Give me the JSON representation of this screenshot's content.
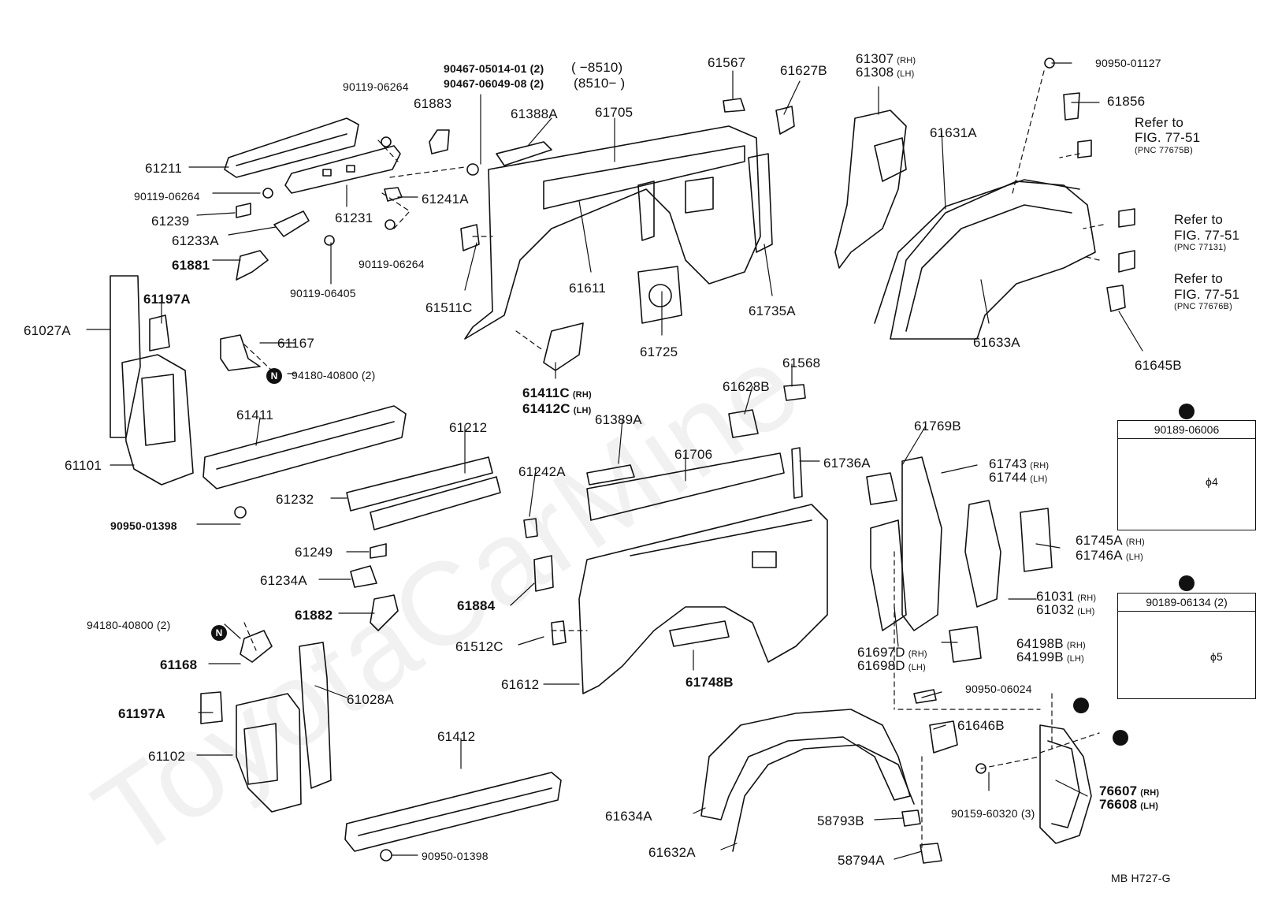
{
  "watermark": "ToyotaCarMine",
  "diagram_code": "MB  H727-G",
  "labels": [
    {
      "id": "61211",
      "text": "61211"
    },
    {
      "id": "90119-06264-a",
      "text": "90119-06264"
    },
    {
      "id": "90119-06264-b",
      "text": "90119-06264"
    },
    {
      "id": "90119-06264-c",
      "text": "90119-06264"
    },
    {
      "id": "90119-06405",
      "text": "90119-06405"
    },
    {
      "id": "61883",
      "text": "61883"
    },
    {
      "id": "61231",
      "text": "61231"
    },
    {
      "id": "61239",
      "text": "61239"
    },
    {
      "id": "61233A",
      "text": "61233A"
    },
    {
      "id": "61881",
      "text": "61881"
    },
    {
      "id": "61241A",
      "text": "61241A"
    },
    {
      "id": "90467-05014-01",
      "text": "90467-05014-01 (2)"
    },
    {
      "id": "90467-06049-08",
      "text": "90467-06049-08 (2)"
    },
    {
      "id": "range-1",
      "text": "(      −8510)"
    },
    {
      "id": "range-2",
      "text": "(8510−       )"
    },
    {
      "id": "61388A",
      "text": "61388A"
    },
    {
      "id": "61705",
      "text": "61705"
    },
    {
      "id": "61567",
      "text": "61567"
    },
    {
      "id": "61627B",
      "text": "61627B"
    },
    {
      "id": "61511C",
      "text": "61511C"
    },
    {
      "id": "61611",
      "text": "61611"
    },
    {
      "id": "61725",
      "text": "61725"
    },
    {
      "id": "61735A",
      "text": "61735A"
    },
    {
      "id": "61307",
      "text": "61307",
      "suffix": "(RH)"
    },
    {
      "id": "61308",
      "text": "61308",
      "suffix": "(LH)"
    },
    {
      "id": "61631A",
      "text": "61631A"
    },
    {
      "id": "90950-01127",
      "text": "90950-01127"
    },
    {
      "id": "61856",
      "text": "61856"
    },
    {
      "id": "refer-1",
      "text": "Refer to"
    },
    {
      "id": "fig-1",
      "text": "FIG. 77-51"
    },
    {
      "id": "pnc-1",
      "text": "(PNC 77675B)"
    },
    {
      "id": "refer-2",
      "text": "Refer to"
    },
    {
      "id": "fig-2",
      "text": "FIG. 77-51"
    },
    {
      "id": "pnc-2",
      "text": "(PNC 77131)"
    },
    {
      "id": "refer-3",
      "text": "Refer to"
    },
    {
      "id": "fig-3",
      "text": "FIG. 77-51"
    },
    {
      "id": "pnc-3",
      "text": "(PNC 77676B)"
    },
    {
      "id": "61633A",
      "text": "61633A"
    },
    {
      "id": "61645B",
      "text": "61645B"
    },
    {
      "id": "61027A",
      "text": "61027A"
    },
    {
      "id": "61197A-a",
      "text": "61197A"
    },
    {
      "id": "61167",
      "text": "61167"
    },
    {
      "id": "94180-40800-a",
      "text": "94180-40800 (2)"
    },
    {
      "id": "61101",
      "text": "61101"
    },
    {
      "id": "61411",
      "text": "61411"
    },
    {
      "id": "90950-01398-a",
      "text": "90950-01398"
    },
    {
      "id": "61411C",
      "text": "61411C",
      "suffix": "(RH)"
    },
    {
      "id": "61412C",
      "text": "61412C",
      "suffix": "(LH)"
    },
    {
      "id": "61212",
      "text": "61212"
    },
    {
      "id": "61232",
      "text": "61232"
    },
    {
      "id": "61249",
      "text": "61249"
    },
    {
      "id": "61242A",
      "text": "61242A"
    },
    {
      "id": "61389A",
      "text": "61389A"
    },
    {
      "id": "61628B",
      "text": "61628B"
    },
    {
      "id": "61568",
      "text": "61568"
    },
    {
      "id": "61706",
      "text": "61706"
    },
    {
      "id": "61736A",
      "text": "61736A"
    },
    {
      "id": "61769B",
      "text": "61769B"
    },
    {
      "id": "61743",
      "text": "61743",
      "suffix": "(RH)"
    },
    {
      "id": "61744",
      "text": "61744",
      "suffix": "(LH)"
    },
    {
      "id": "61745A",
      "text": "61745A",
      "suffix": "(RH)"
    },
    {
      "id": "61746A",
      "text": "61746A",
      "suffix": "(LH)"
    },
    {
      "id": "61031",
      "text": "61031",
      "suffix": "(RH)"
    },
    {
      "id": "61032",
      "text": "61032",
      "suffix": "(LH)"
    },
    {
      "id": "61234A",
      "text": "61234A"
    },
    {
      "id": "61882",
      "text": "61882"
    },
    {
      "id": "61884",
      "text": "61884"
    },
    {
      "id": "61512C",
      "text": "61512C"
    },
    {
      "id": "94180-40800-b",
      "text": "94180-40800 (2)"
    },
    {
      "id": "61168",
      "text": "61168"
    },
    {
      "id": "61197A-b",
      "text": "61197A"
    },
    {
      "id": "61028A",
      "text": "61028A"
    },
    {
      "id": "61102",
      "text": "61102"
    },
    {
      "id": "61412",
      "text": "61412"
    },
    {
      "id": "90950-01398-b",
      "text": "90950-01398"
    },
    {
      "id": "61612",
      "text": "61612"
    },
    {
      "id": "61748B",
      "text": "61748B"
    },
    {
      "id": "61697D",
      "text": "61697D",
      "suffix": "(RH)"
    },
    {
      "id": "61698D",
      "text": "61698D",
      "suffix": "(LH)"
    },
    {
      "id": "64198B",
      "text": "64198B",
      "suffix": "(RH)"
    },
    {
      "id": "64199B",
      "text": "64199B",
      "suffix": "(LH)"
    },
    {
      "id": "90950-06024",
      "text": "90950-06024"
    },
    {
      "id": "61646B",
      "text": "61646B"
    },
    {
      "id": "61634A",
      "text": "61634A"
    },
    {
      "id": "61632A",
      "text": "61632A"
    },
    {
      "id": "58793B",
      "text": "58793B"
    },
    {
      "id": "58794A",
      "text": "58794A"
    },
    {
      "id": "90159-60320",
      "text": "90159-60320 (3)"
    },
    {
      "id": "76607",
      "text": "76607",
      "suffix": "(RH)"
    },
    {
      "id": "76608",
      "text": "76608",
      "suffix": "(LH)"
    }
  ],
  "symbols": {
    "n": "N"
  },
  "detail_boxes": [
    {
      "title": "90189-06006",
      "dim": "ϕ4"
    },
    {
      "title": "90189-06134 (2)",
      "dim": "ϕ5"
    }
  ]
}
